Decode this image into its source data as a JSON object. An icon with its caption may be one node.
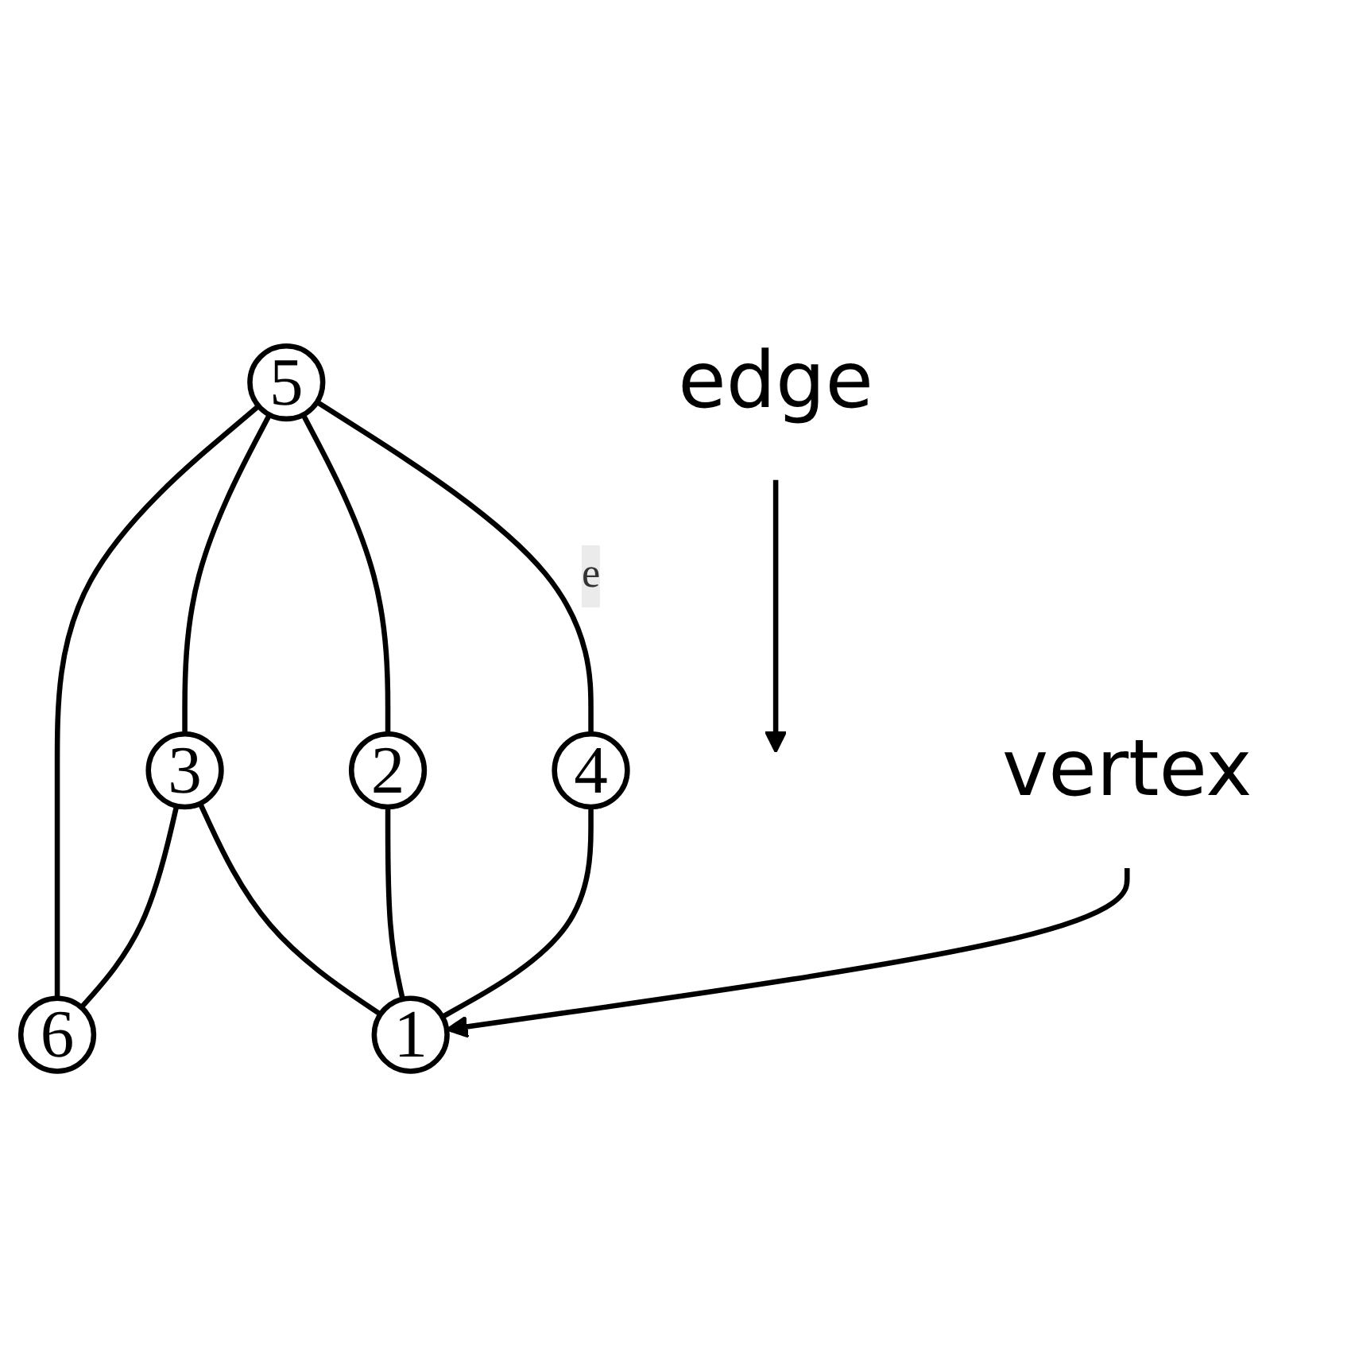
{
  "diagram": {
    "nodes": [
      {
        "text": [
          "5"
        ]
      },
      {
        "text": [
          "4"
        ]
      },
      {
        "text": [
          "edge"
        ]
      },
      {
        "text": [
          "3"
        ]
      },
      {
        "text": [
          "6"
        ]
      },
      {
        "text": [
          "2"
        ]
      },
      {
        "text": [
          "1"
        ]
      },
      {
        "text": [
          "vertex"
        ]
      }
    ],
    "edges": [
      {
        "from": 0,
        "to": 1,
        "arrow": "none",
        "label": "e"
      },
      {
        "from": 0,
        "to": 5,
        "arrow": "none"
      },
      {
        "from": 0,
        "to": 3,
        "arrow": "none"
      },
      {
        "from": 0,
        "to": 4,
        "arrow": "none"
      },
      {
        "from": 3,
        "to": 4,
        "arrow": "none"
      },
      {
        "from": 3,
        "to": 6,
        "arrow": "none"
      },
      {
        "from": 5,
        "to": 6,
        "arrow": "none"
      },
      {
        "from": 1,
        "to": 6,
        "arrow": "none"
      },
      {
        "from": 2,
        "to": null,
        "arrow": "to"
      },
      {
        "from": 7,
        "to": 6,
        "arrow": "to"
      }
    ]
  }
}
